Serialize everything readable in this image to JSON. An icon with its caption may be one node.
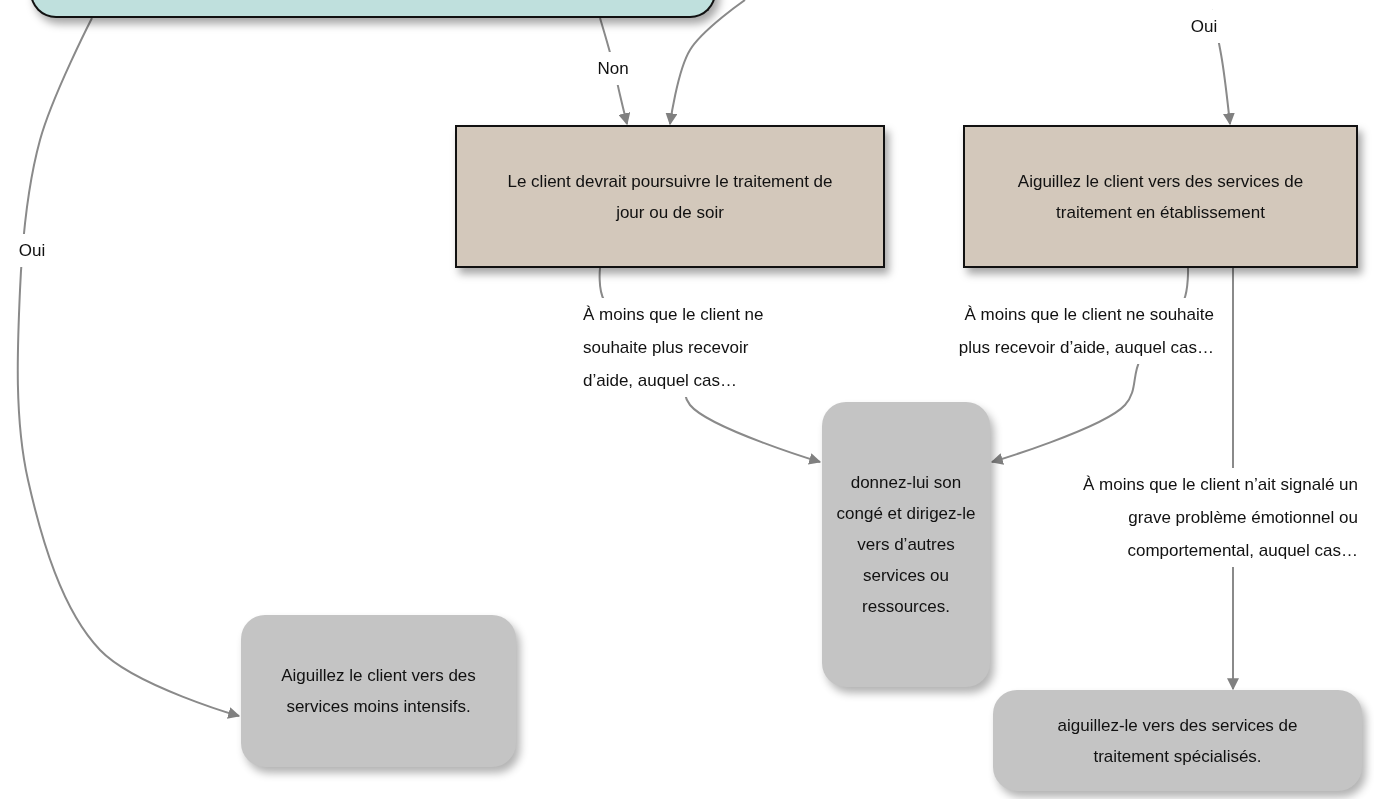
{
  "diagram": {
    "nodes": [
      {
        "text": [],
        "shape": "box"
      },
      {
        "text": [
          "Le client devrait poursuivre le traitement de jour ou de soir"
        ]
      },
      {
        "text": [
          "Aiguillez le client vers des services de traitement en établissement"
        ]
      },
      {
        "text": [
          "donnez-lui son congé et dirigez-le vers d’autres services ou ressources."
        ]
      },
      {
        "text": [
          "Aiguillez le client vers des services moins intensifs."
        ]
      },
      {
        "text": [
          "aiguillez-le vers des services de traitement spécialisés."
        ]
      }
    ],
    "edges": [
      {
        "from": 0,
        "to": 1,
        "arrow": "to",
        "label": "Non"
      },
      {
        "from": null,
        "to": 1,
        "arrow": "to"
      },
      {
        "from": null,
        "to": 2,
        "arrow": "to",
        "label": "Oui"
      },
      {
        "from": 0,
        "to": 4,
        "arrow": "to",
        "label": "Oui"
      },
      {
        "from": 1,
        "to": 3,
        "arrow": "to",
        "label": "À moins que le client ne souhaite plus recevoir d’aide, auquel cas…"
      },
      {
        "from": 2,
        "to": 3,
        "arrow": "to",
        "label": "À moins que le client ne souhaite plus recevoir d’aide, auquel cas…"
      },
      {
        "from": 2,
        "to": 5,
        "arrow": "to",
        "label": "À moins que le client n’ait signalé un grave problème émotionnel ou comportemental, auquel cas…"
      }
    ]
  }
}
